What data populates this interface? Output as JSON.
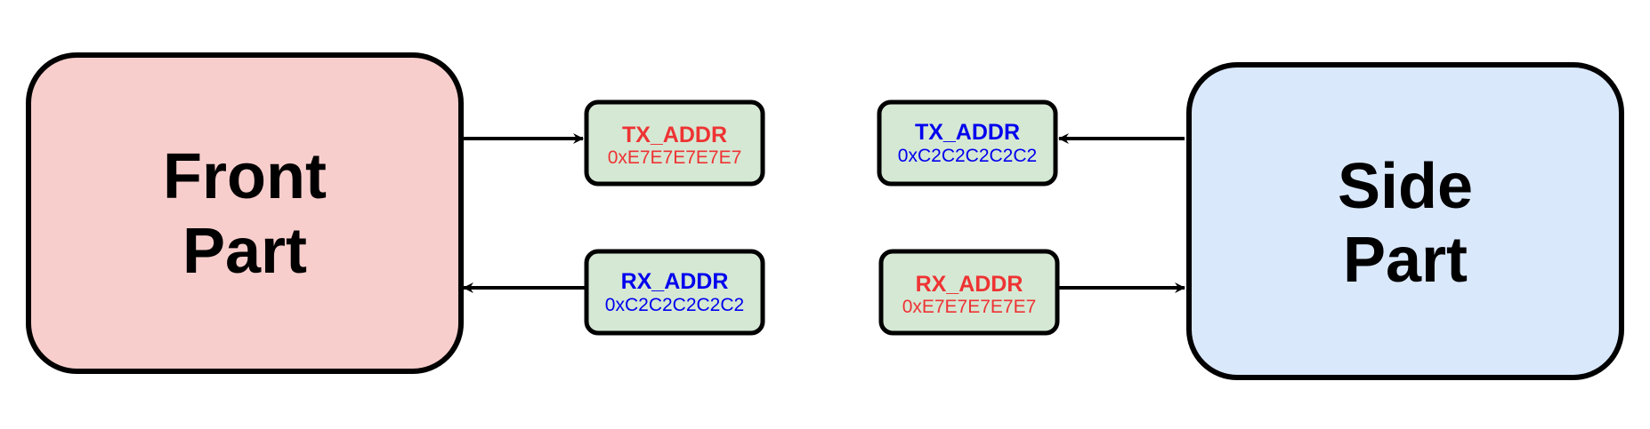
{
  "colors": {
    "front_fill": "#F8CECC",
    "side_fill": "#DAE8FC",
    "addr_fill": "#D5E8D4",
    "stroke": "#000000",
    "red_text": "#EE3333",
    "blue_text": "#0000EE"
  },
  "front": {
    "line1": "Front",
    "line2": "Part"
  },
  "side": {
    "line1": "Side",
    "line2": "Part"
  },
  "front_tx": {
    "title": "TX_ADDR",
    "value": "0xE7E7E7E7E7",
    "color": "red"
  },
  "front_rx": {
    "title": "RX_ADDR",
    "value": "0xC2C2C2C2C2",
    "color": "blue"
  },
  "side_tx": {
    "title": "TX_ADDR",
    "value": "0xC2C2C2C2C2",
    "color": "blue"
  },
  "side_rx": {
    "title": "RX_ADDR",
    "value": "0xE7E7E7E7E7",
    "color": "red"
  }
}
